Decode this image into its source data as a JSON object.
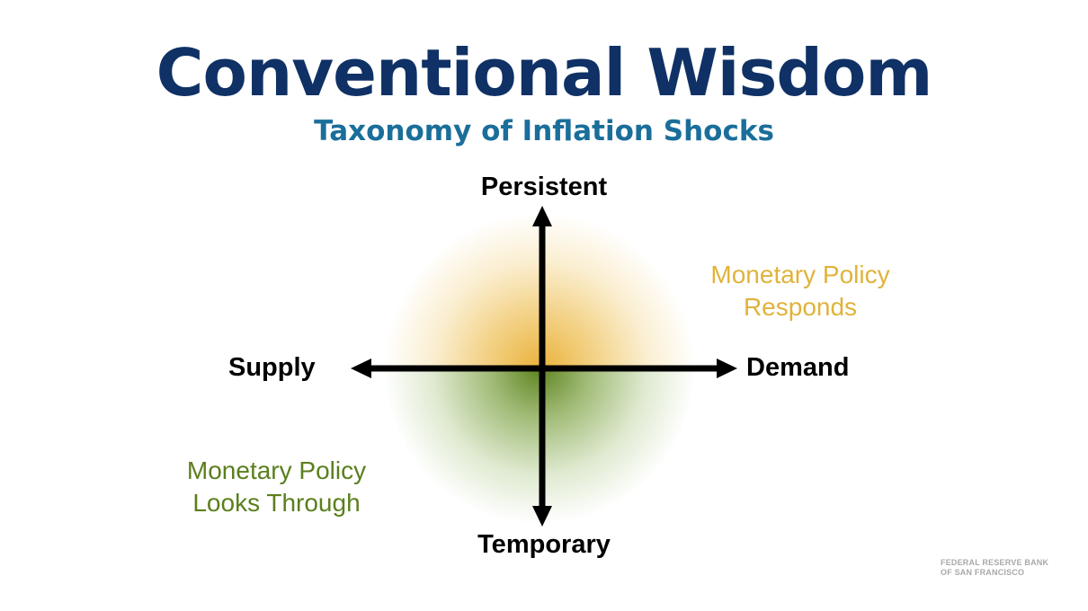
{
  "slide": {
    "title": "Conventional Wisdom",
    "subtitle": "Taxonomy of Inflation Shocks"
  },
  "diagram": {
    "axis_labels": {
      "top": "Persistent",
      "bottom": "Temporary",
      "left": "Supply",
      "right": "Demand"
    },
    "quadrant_notes": {
      "demand_persistent": [
        "Monetary Policy",
        "Responds"
      ],
      "supply_temporary": [
        "Monetary Policy",
        "Looks Through"
      ]
    },
    "colors": {
      "title": "#0f3165",
      "subtitle": "#1a6e9a",
      "responds": "#e0b33a",
      "looks_through": "#5b7f1d",
      "axes": "#000000"
    }
  },
  "footer": {
    "logo_lines": [
      "FEDERAL RESERVE BANK",
      "OF SAN FRANCISCO"
    ]
  }
}
